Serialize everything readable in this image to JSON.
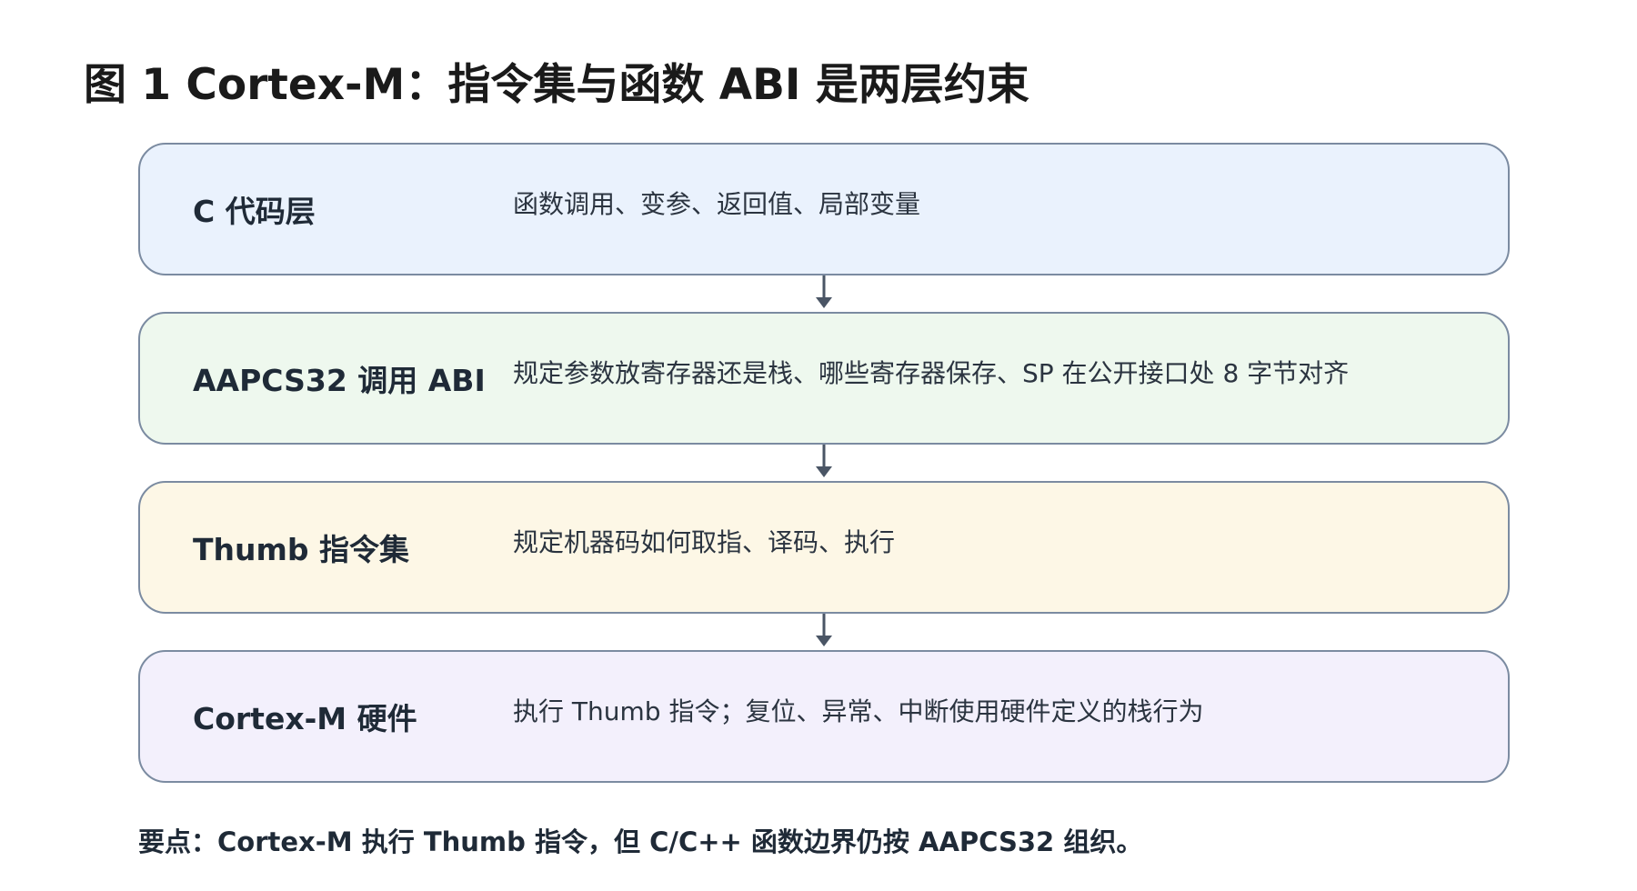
{
  "title": "图 1  Cortex-M：指令集与函数 ABI 是两层约束",
  "layers": [
    {
      "label": "C 代码层",
      "desc": "函数调用、变参、返回值、局部变量",
      "fill": "#eaf2fd"
    },
    {
      "label": "AAPCS32 调用 ABI",
      "desc": "规定参数放寄存器还是栈、哪些寄存器保存、SP 在公开接口处 8 字节对齐",
      "fill": "#eef8ee"
    },
    {
      "label": "Thumb 指令集",
      "desc": "规定机器码如何取指、译码、执行",
      "fill": "#fdf7e6"
    },
    {
      "label": "Cortex-M 硬件",
      "desc": "执行 Thumb 指令；复位、异常、中断使用硬件定义的栈行为",
      "fill": "#f3f0fc"
    }
  ],
  "note": "要点：Cortex-M 执行 Thumb 指令，但 C/C++ 函数边界仍按 AAPCS32 组织。",
  "colors": {
    "border": "#7b8ba1",
    "arrow": "#4a5565"
  }
}
